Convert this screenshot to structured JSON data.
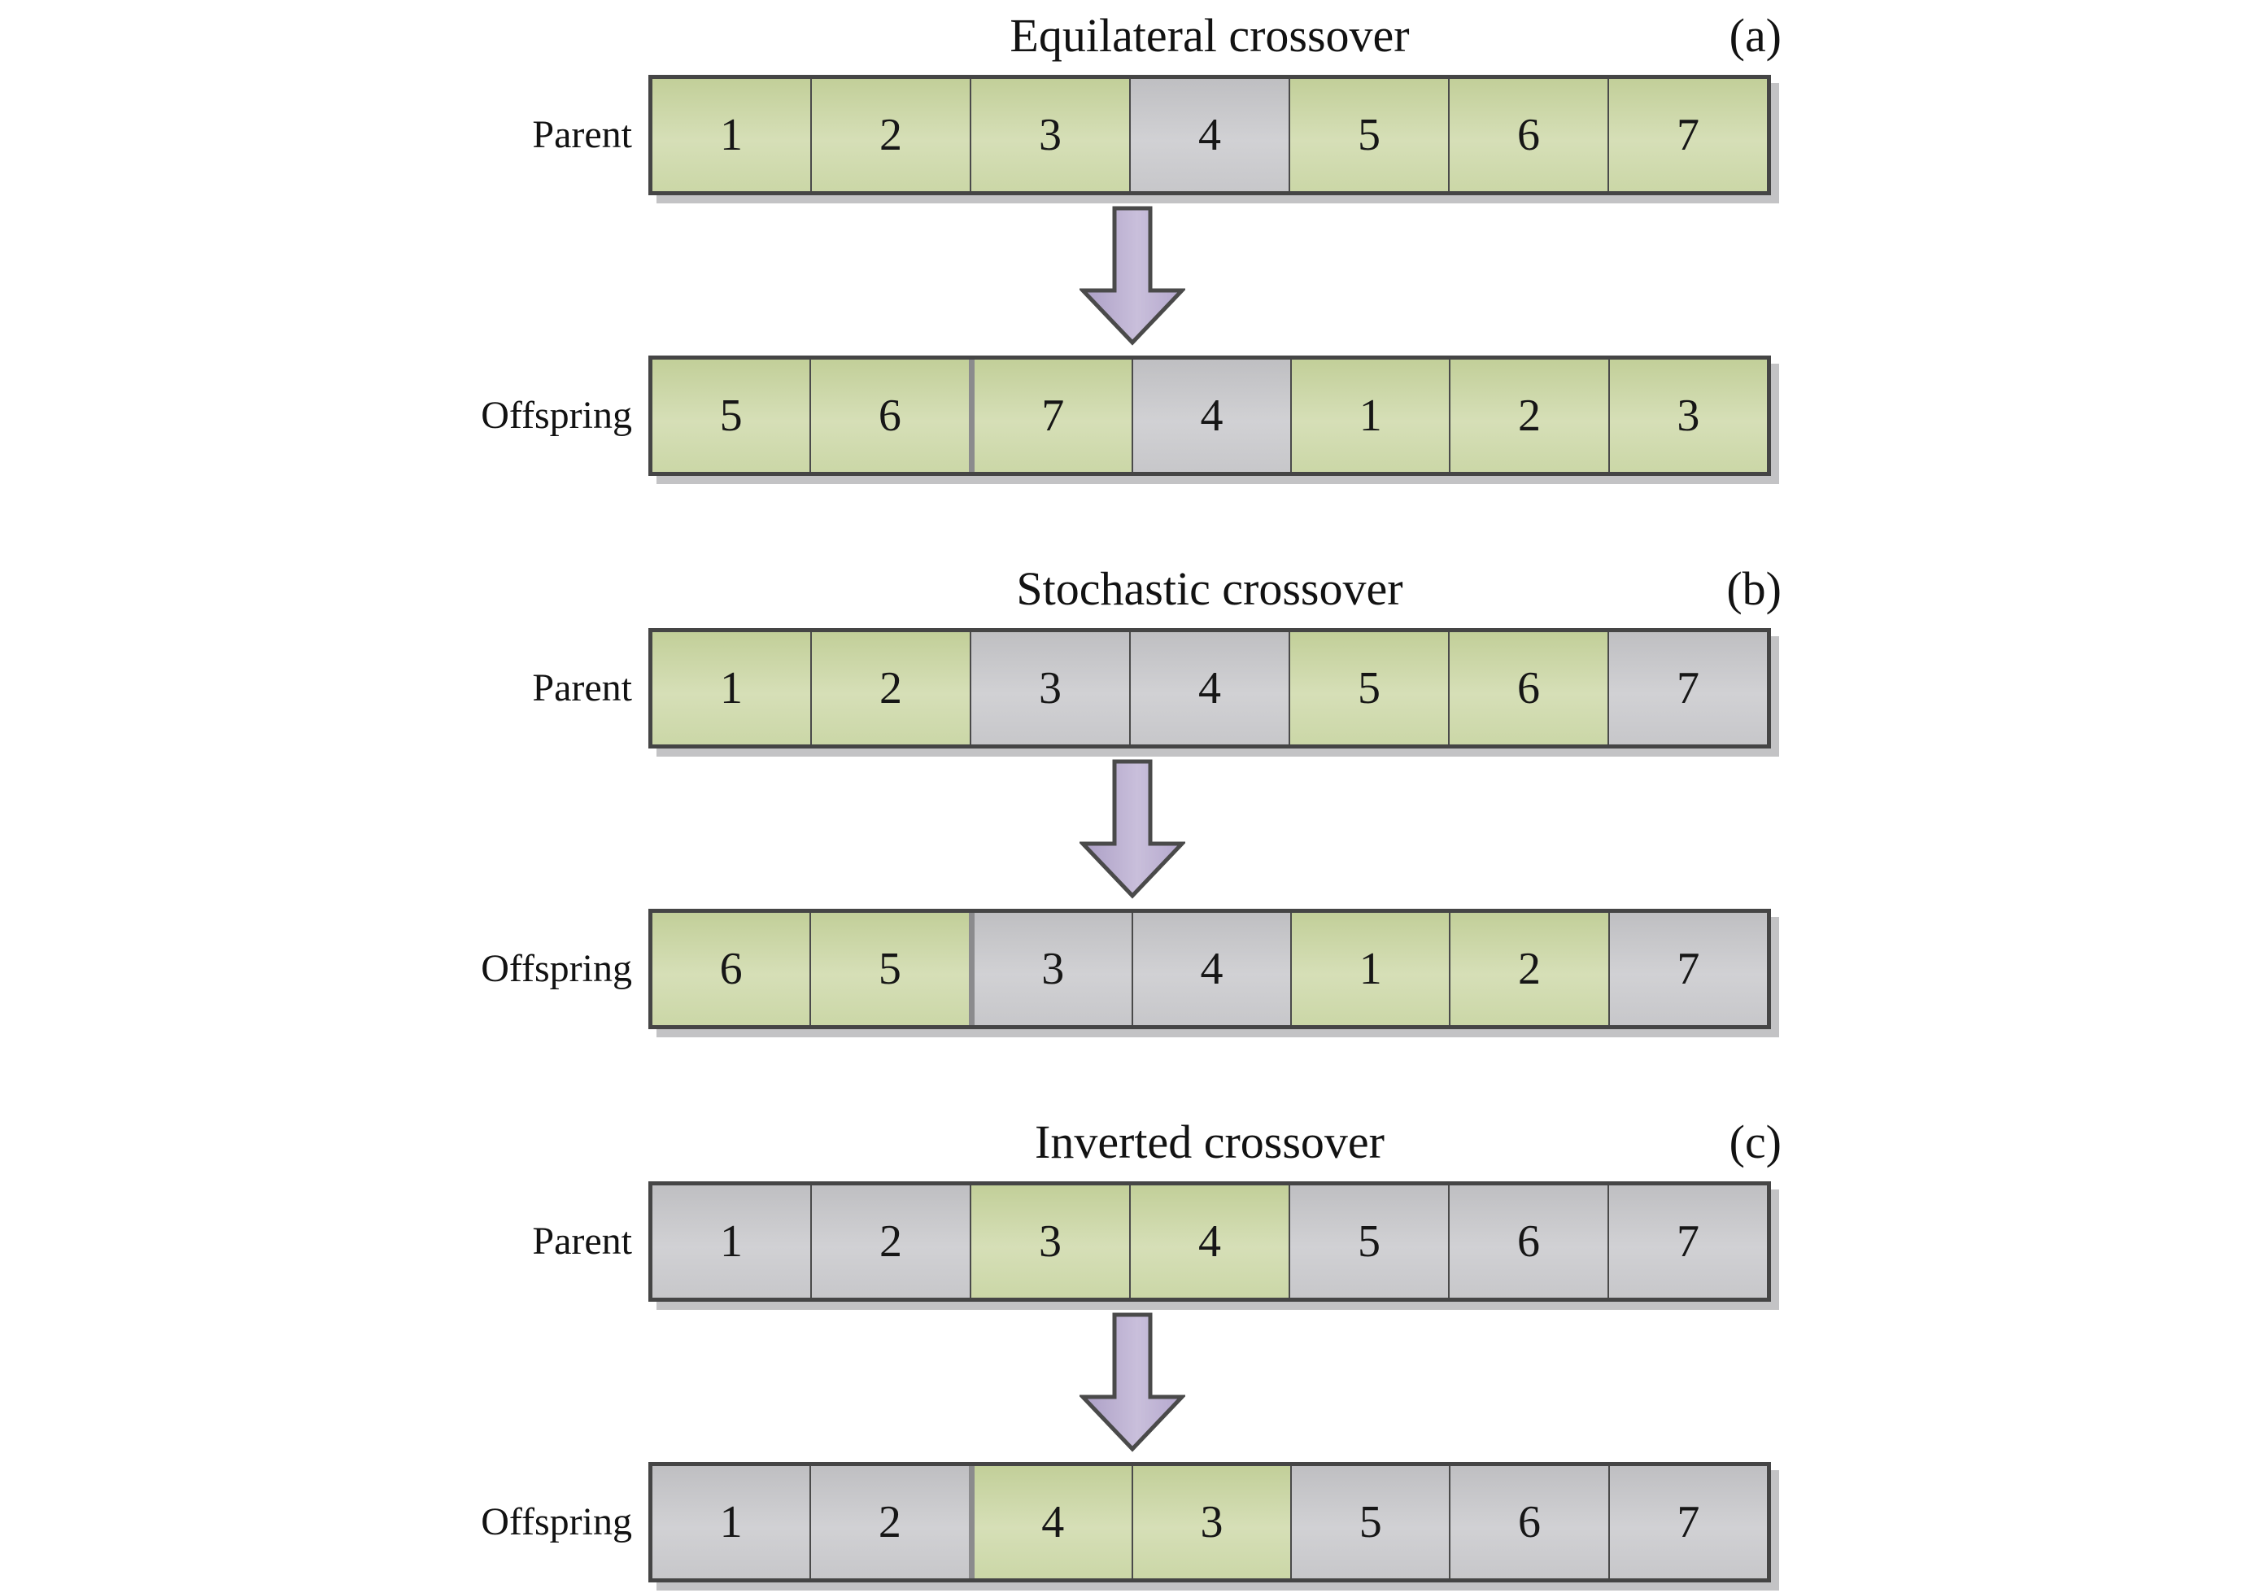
{
  "figure": {
    "sections": [
      {
        "id": "a",
        "title": "Equilateral crossover",
        "tag": "(a)",
        "parent_label": "Parent",
        "offspring_label": "Offspring",
        "parent_cells": [
          {
            "value": "1",
            "variant": "green"
          },
          {
            "value": "2",
            "variant": "green"
          },
          {
            "value": "3",
            "variant": "green"
          },
          {
            "value": "4",
            "variant": "gray"
          },
          {
            "value": "5",
            "variant": "green"
          },
          {
            "value": "6",
            "variant": "green"
          },
          {
            "value": "7",
            "variant": "green"
          }
        ],
        "offspring_cells": [
          {
            "value": "5",
            "variant": "green"
          },
          {
            "value": "6",
            "variant": "green"
          },
          {
            "value": "7",
            "variant": "green"
          },
          {
            "value": "4",
            "variant": "gray"
          },
          {
            "value": "1",
            "variant": "green"
          },
          {
            "value": "2",
            "variant": "green"
          },
          {
            "value": "3",
            "variant": "green"
          }
        ],
        "offspring_seam_index": 2
      },
      {
        "id": "b",
        "title": "Stochastic crossover",
        "tag": "(b)",
        "parent_label": "Parent",
        "offspring_label": "Offspring",
        "parent_cells": [
          {
            "value": "1",
            "variant": "green"
          },
          {
            "value": "2",
            "variant": "green"
          },
          {
            "value": "3",
            "variant": "gray"
          },
          {
            "value": "4",
            "variant": "gray"
          },
          {
            "value": "5",
            "variant": "green"
          },
          {
            "value": "6",
            "variant": "green"
          },
          {
            "value": "7",
            "variant": "gray"
          }
        ],
        "offspring_cells": [
          {
            "value": "6",
            "variant": "green"
          },
          {
            "value": "5",
            "variant": "green"
          },
          {
            "value": "3",
            "variant": "gray"
          },
          {
            "value": "4",
            "variant": "gray"
          },
          {
            "value": "1",
            "variant": "green"
          },
          {
            "value": "2",
            "variant": "green"
          },
          {
            "value": "7",
            "variant": "gray"
          }
        ],
        "offspring_seam_index": 2
      },
      {
        "id": "c",
        "title": "Inverted crossover",
        "tag": "(c)",
        "parent_label": "Parent",
        "offspring_label": "Offspring",
        "parent_cells": [
          {
            "value": "1",
            "variant": "gray"
          },
          {
            "value": "2",
            "variant": "gray"
          },
          {
            "value": "3",
            "variant": "green"
          },
          {
            "value": "4",
            "variant": "green"
          },
          {
            "value": "5",
            "variant": "gray"
          },
          {
            "value": "6",
            "variant": "gray"
          },
          {
            "value": "7",
            "variant": "gray"
          }
        ],
        "offspring_cells": [
          {
            "value": "1",
            "variant": "gray"
          },
          {
            "value": "2",
            "variant": "gray"
          },
          {
            "value": "4",
            "variant": "green"
          },
          {
            "value": "3",
            "variant": "green"
          },
          {
            "value": "5",
            "variant": "gray"
          },
          {
            "value": "6",
            "variant": "gray"
          },
          {
            "value": "7",
            "variant": "gray"
          }
        ],
        "offspring_seam_index": 2
      }
    ],
    "colors": {
      "gene_swapped_green": "#ccd8a8",
      "gene_fixed_gray": "#c8c8cb",
      "arrow_purple": "#b6a9cf",
      "border_dark": "#454545",
      "shadow_gray": "#c3c3c5"
    },
    "arrow_icon": "down-block-arrow"
  },
  "layout_y": {
    "sections": [
      {
        "title": 10,
        "parent": 92,
        "arrow": 253,
        "offspring": 437
      },
      {
        "title": 690,
        "parent": 772,
        "arrow": 933,
        "offspring": 1117
      },
      {
        "title": 1370,
        "parent": 1452,
        "arrow": 1613,
        "offspring": 1797
      }
    ]
  }
}
